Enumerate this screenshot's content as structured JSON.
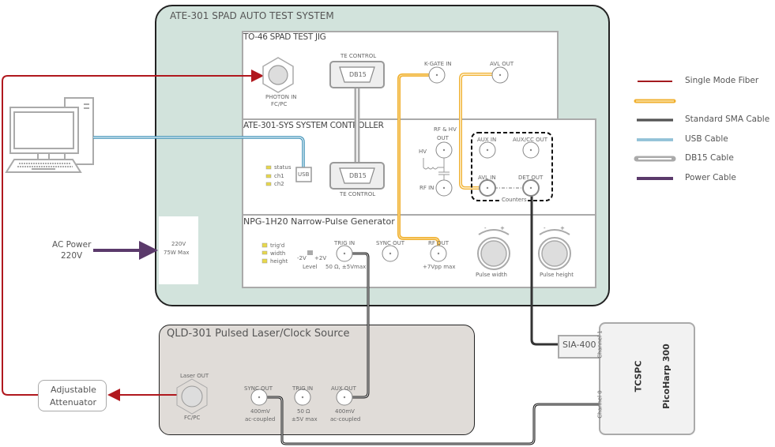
{
  "ate": {
    "title": "ATE-301 SPAD AUTO TEST SYSTEM",
    "power_box": {
      "line1": "220V",
      "line2": "75W Max"
    }
  },
  "jig": {
    "title": "TO-46 SPAD TEST JIG",
    "photon_in": {
      "line1": "PHOTON IN",
      "line2": "FC/PC"
    },
    "te_control_top": "TE CONTROL",
    "db15": "DB15",
    "k_gate_in": "K-GATE IN",
    "avl_out": "AVL OUT"
  },
  "controller": {
    "title": "ATE-301-SYS SYSTEM CONTROLLER",
    "leds": [
      "status",
      "ch1",
      "ch2"
    ],
    "usb": "USB",
    "db15": "DB15",
    "te_control_bottom": "TE CONTROL",
    "rf_hv_out": {
      "line1": "RF & HV",
      "line2": "OUT"
    },
    "hv": "HV",
    "rf_in": "RF IN",
    "aux_in": "AUX IN",
    "aux_cc_out": "AUX/CC OUT",
    "avl_in": "AVL IN",
    "det_out": "DET OUT",
    "counters": "Counters"
  },
  "npg": {
    "title": "NPG-1H20 Narrow-Pulse Generator",
    "leds": [
      "trig'd",
      "width",
      "height"
    ],
    "level": {
      "minus": "-2V",
      "plus": "+2V",
      "label": "Level"
    },
    "trig_in": {
      "label": "TRIG IN",
      "spec": "50 Ω, ±5Vmax"
    },
    "sync_out": "SYNC OUT",
    "rf_out": {
      "label": "RF OUT",
      "spec": "+7Vpp max"
    },
    "knobs": [
      {
        "label": "Pulse width",
        "minus": "-",
        "plus": "+"
      },
      {
        "label": "Pulse height",
        "minus": "-",
        "plus": "+"
      }
    ]
  },
  "qld": {
    "title": "QLD-301 Pulsed Laser/Clock Source",
    "laser_out": {
      "label": "Laser OUT",
      "sub": "FC/PC"
    },
    "sync_out": {
      "label": "SYNC OUT",
      "l1": "400mV",
      "l2": "ac-coupled"
    },
    "trig_in": {
      "label": "TRIG IN",
      "l1": "50 Ω",
      "l2": "±5V max"
    },
    "aux_out": {
      "label": "AUX OUT",
      "l1": "400mV",
      "l2": "ac-coupled"
    }
  },
  "external": {
    "ac_power": {
      "line1": "AC Power",
      "line2": "220V"
    },
    "attenuator": {
      "line1": "Adjustable",
      "line2": "Attenuator"
    },
    "sia": "SIA-400",
    "tcspc": {
      "line1": "TCSPC",
      "line2": "PicoHarp 300",
      "ch1": "Channel",
      "ch1n": "1",
      "ch0": "Channel",
      "ch0n": "0"
    }
  },
  "legend": {
    "items": [
      {
        "label": "Single Mode Fiber",
        "color": "#a31a1f"
      },
      {
        "label": "",
        "color": "#f0b030"
      },
      {
        "label": "Standard SMA Cable",
        "color": "#222222"
      },
      {
        "label": "USB Cable",
        "color": "#3b8fb5"
      },
      {
        "label": "DB15 Cable",
        "color": "#aaaaaa"
      },
      {
        "label": "Power Cable",
        "color": "#5b3a6b"
      }
    ]
  },
  "colors": {
    "ate_bg": "#d2e3dc",
    "qld_bg": "#e0dcd8",
    "fiber": "#b0181e",
    "power": "#5b3a6b"
  }
}
